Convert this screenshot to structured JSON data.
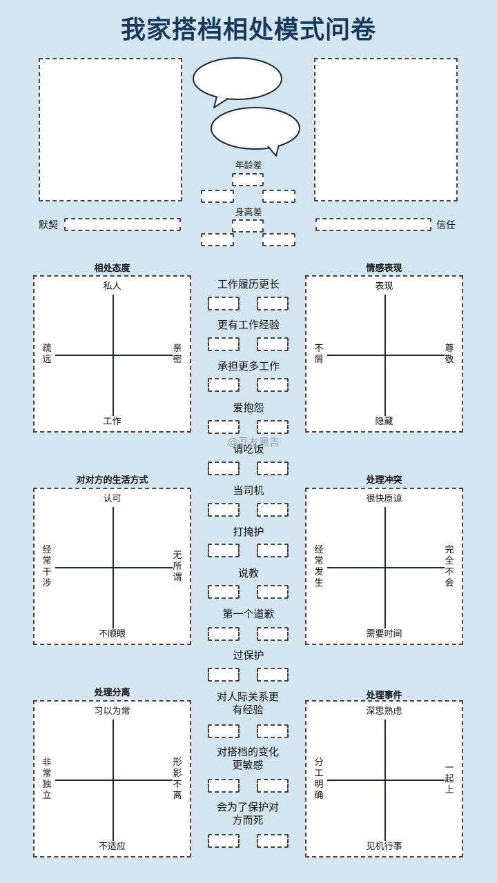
{
  "title": "我家搭档相处模式问卷",
  "top": {
    "age_label": "年龄差",
    "height_label": "身高差",
    "left_label": "默契",
    "right_label": "信任"
  },
  "questions": [
    "工作履历更长",
    "更有工作经验",
    "承担更多工作",
    "爱抱怨",
    "请吃饭",
    "当司机",
    "打掩护",
    "说教",
    "第一个道歉",
    "过保护",
    "对人际关系更有经验",
    "对搭档的变化更敏感",
    "会为了保护对方而死"
  ],
  "charts": [
    {
      "title": "相处态度",
      "top": "私人",
      "bottom": "工作",
      "left": "疏远",
      "right": "亲密"
    },
    {
      "title": "情感表现",
      "top": "表现",
      "bottom": "隐藏",
      "left": "不屑",
      "right": "尊敬"
    },
    {
      "title": "对对方的生活方式",
      "top": "认可",
      "bottom": "不顺眼",
      "left": "经常干涉",
      "right": "无所谓"
    },
    {
      "title": "处理冲突",
      "top": "很快原谅",
      "bottom": "需要时间",
      "left": "经常发生",
      "right": "完全不会"
    },
    {
      "title": "处理分离",
      "top": "习以为常",
      "bottom": "不适应",
      "left": "非常独立",
      "right": "形影不离"
    },
    {
      "title": "处理事件",
      "top": "深思熟虑",
      "bottom": "见机行事",
      "left": "分工明确",
      "right": "一起上"
    }
  ],
  "watermark": "@吾友黑吉"
}
